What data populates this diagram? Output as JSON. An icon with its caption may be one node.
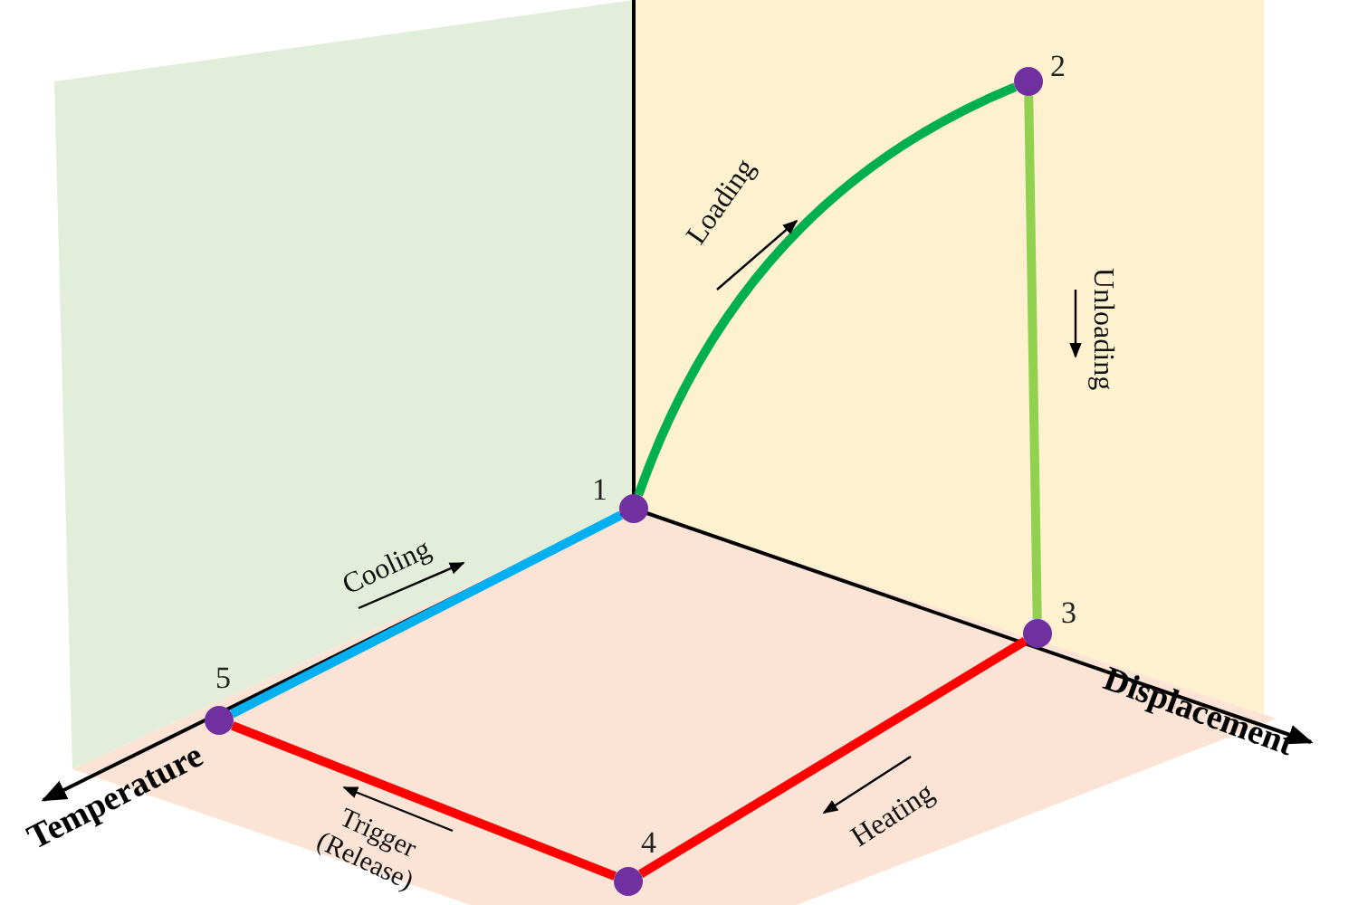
{
  "diagram": {
    "nodes": [
      {
        "text": [],
        "shape": "circle",
        "beside": [
          "1"
        ]
      },
      {
        "text": [],
        "shape": "circle",
        "beside": [
          "2"
        ]
      },
      {
        "text": [],
        "shape": "circle",
        "beside": [
          "3"
        ]
      },
      {
        "text": [],
        "shape": "circle",
        "beside": [
          "4"
        ]
      },
      {
        "text": [],
        "shape": "circle",
        "beside": [
          "5"
        ]
      }
    ],
    "edges": [
      {
        "from": 0,
        "to": 1,
        "arrow": "none",
        "label": "Loading",
        "color": "#00b050"
      },
      {
        "from": 1,
        "to": 2,
        "arrow": "none",
        "label": "Unloading",
        "color": "#92d050"
      },
      {
        "from": 2,
        "to": 3,
        "arrow": "none",
        "label": "Heating",
        "color": "#ff0000"
      },
      {
        "from": 3,
        "to": 4,
        "arrow": "none",
        "label": "Trigger (Release)",
        "color": "#ff0000"
      },
      {
        "from": 4,
        "to": 0,
        "arrow": "none",
        "label": "Cooling",
        "color": "#00b0f0"
      }
    ],
    "labels": [
      "Displacement",
      "Temperature"
    ]
  }
}
